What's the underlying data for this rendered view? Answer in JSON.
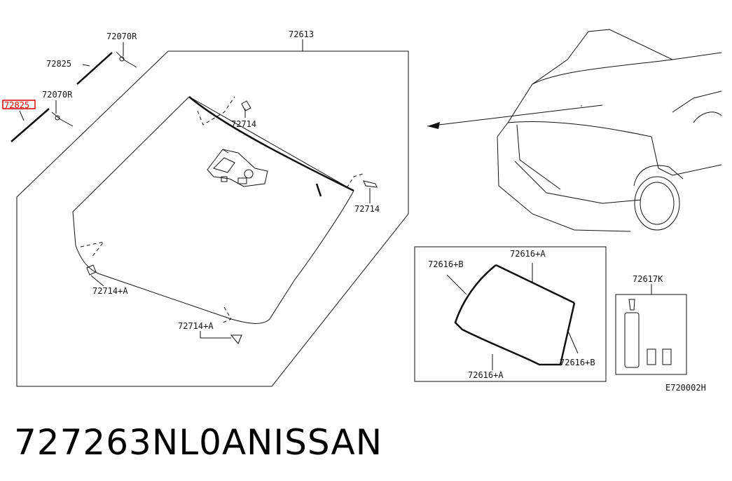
{
  "diagram": {
    "part_labels": {
      "p72070R_top": "72070R",
      "p72825_top": "72825",
      "p72070R_mid": "72070R",
      "p72825_highlighted": "72825",
      "p72613": "72613",
      "p72714_a": "72714",
      "p72714_b": "72714",
      "p72714A_left": "72714+A",
      "p72714A_bottom": "72714+A",
      "p72616B_left": "72616+B",
      "p72616A_top": "72616+A",
      "p72616B_right": "72616+B",
      "p72616A_bottom": "72616+A",
      "p72617K": "72617K"
    },
    "diagram_code": "E720002H",
    "highlight_color": "#e00000"
  },
  "caption": {
    "part_number": "727263NL0A",
    "brand": "NISSAN"
  }
}
